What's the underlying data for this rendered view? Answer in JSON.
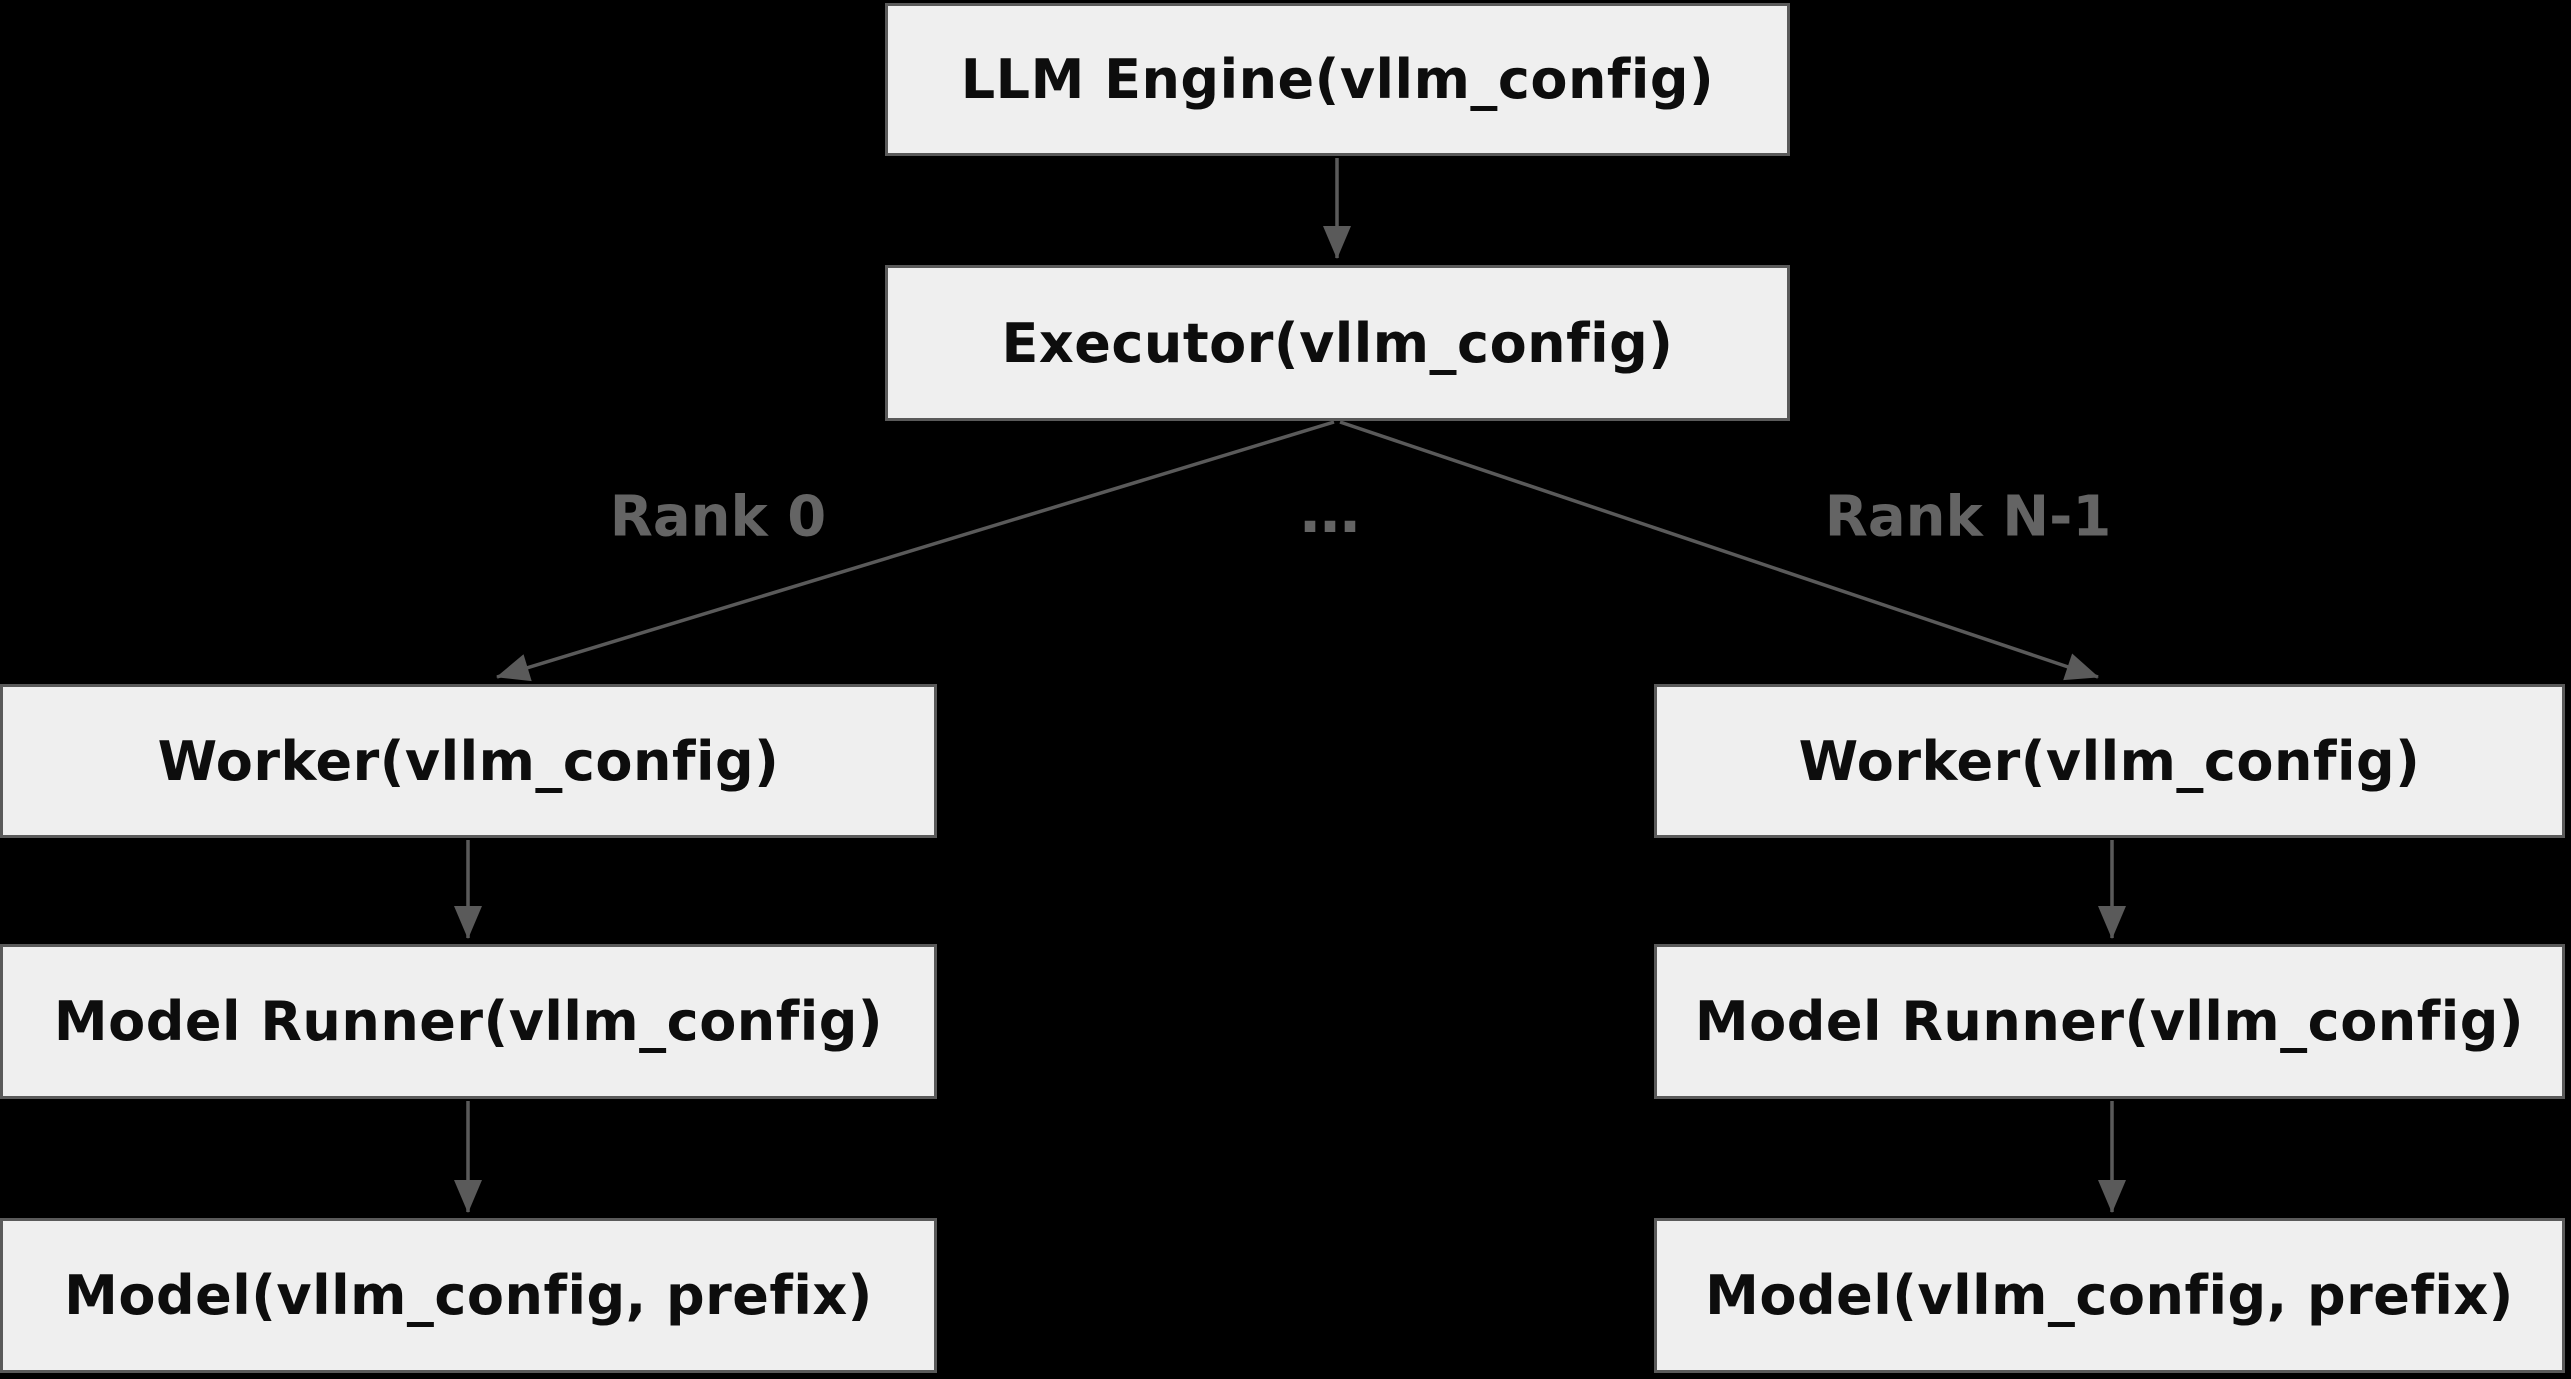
{
  "diagram": {
    "nodes": {
      "llm_engine": {
        "label": "LLM Engine(vllm_config)"
      },
      "executor": {
        "label": "Executor(vllm_config)"
      },
      "worker_rank0": {
        "label": "Worker(vllm_config)"
      },
      "worker_rankn": {
        "label": "Worker(vllm_config)"
      },
      "model_runner_rank0": {
        "label": "Model Runner(vllm_config)"
      },
      "model_runner_rankn": {
        "label": "Model Runner(vllm_config)"
      },
      "model_rank0": {
        "label": "Model(vllm_config, prefix)"
      },
      "model_rankn": {
        "label": "Model(vllm_config, prefix)"
      }
    },
    "edge_labels": {
      "rank_0": "Rank 0",
      "ellipsis": "…",
      "rank_n_1": "Rank N-1"
    },
    "edges": [
      {
        "from": "llm_engine",
        "to": "executor",
        "label": ""
      },
      {
        "from": "executor",
        "to": "worker_rank0",
        "label": "Rank 0"
      },
      {
        "from": "executor",
        "to": "worker_rankn",
        "label": "Rank N-1"
      },
      {
        "from": "worker_rank0",
        "to": "model_runner_rank0",
        "label": ""
      },
      {
        "from": "model_runner_rank0",
        "to": "model_rank0",
        "label": ""
      },
      {
        "from": "worker_rankn",
        "to": "model_runner_rankn",
        "label": ""
      },
      {
        "from": "model_runner_rankn",
        "to": "model_rankn",
        "label": ""
      }
    ],
    "colors": {
      "background": "#000000",
      "node_fill": "#efefef",
      "node_border": "#5a5a5a",
      "node_text": "#0d0d0d",
      "edge": "#5a5a5a",
      "edge_label": "#646464"
    }
  }
}
